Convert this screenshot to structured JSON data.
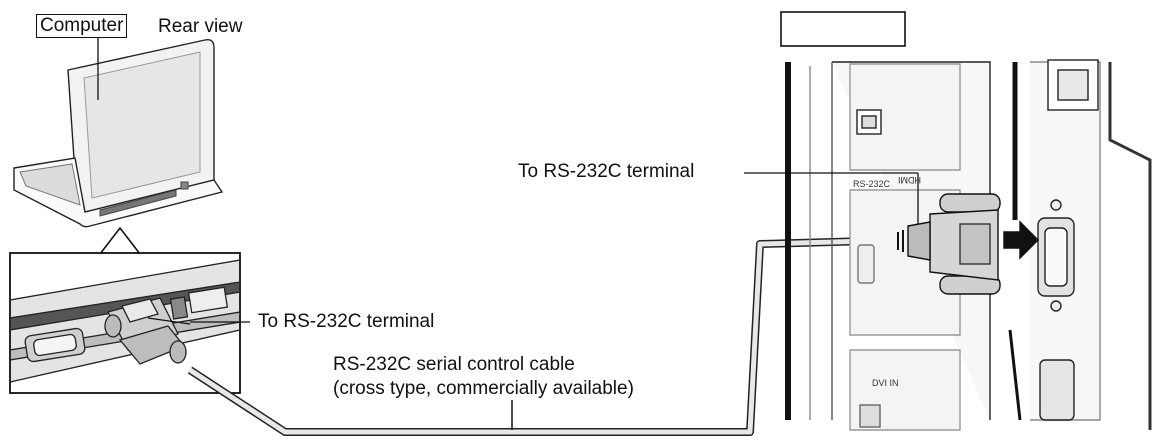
{
  "labels": {
    "computer": "Computer",
    "rear_view": "Rear view",
    "pc_terminal": "To RS-232C terminal",
    "monitor_terminal": "To RS-232C terminal",
    "cable_line1": "RS-232C serial control cable",
    "cable_line2": "(cross type, commercially available)",
    "monitor_rs232c": "RS-232C",
    "monitor_hdmi": "HDMI",
    "monitor_dvi": "DVI IN"
  }
}
